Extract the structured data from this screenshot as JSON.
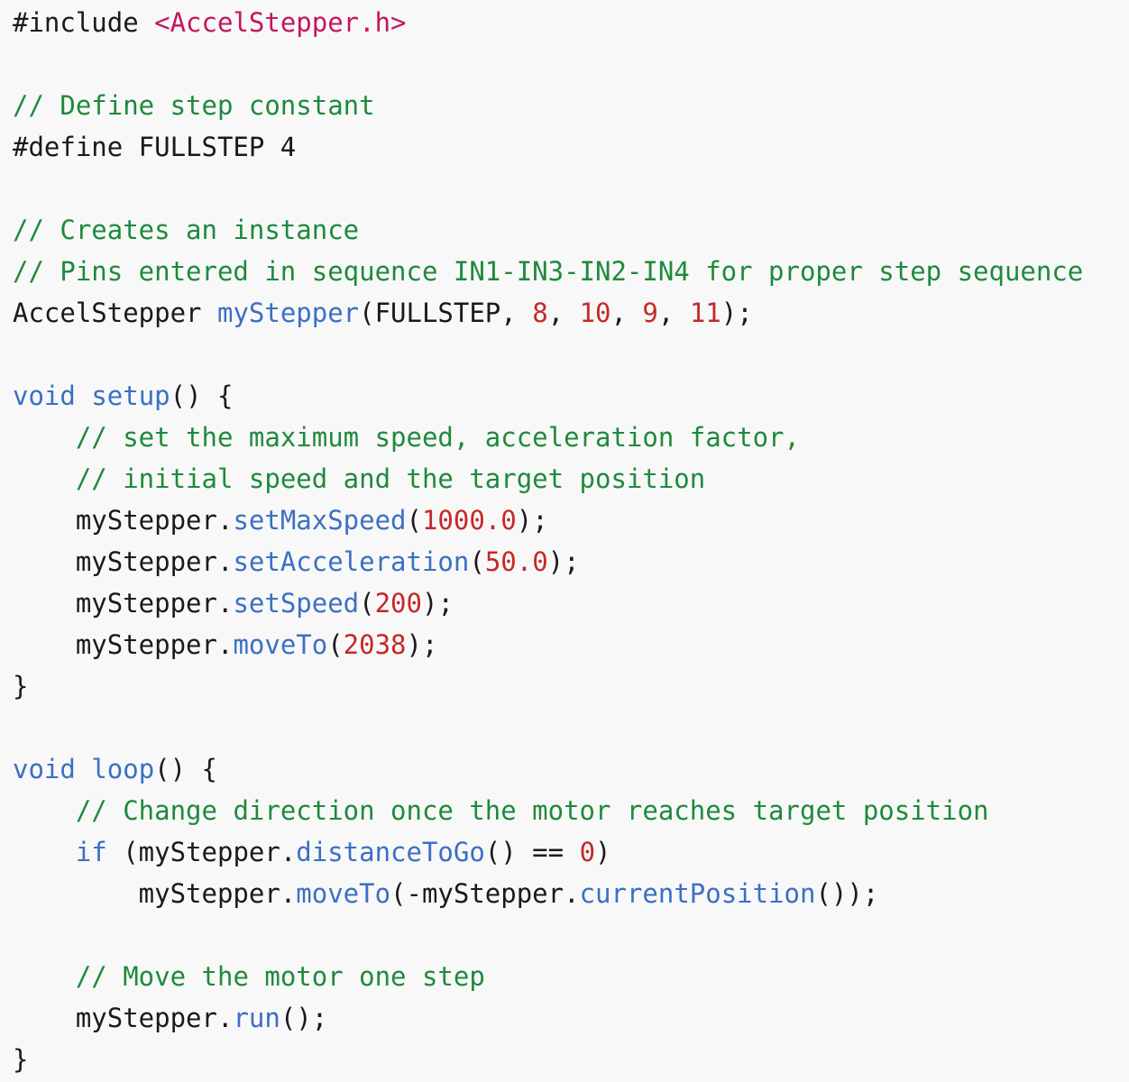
{
  "code": {
    "language": "cpp",
    "colors": {
      "plain": "#1a1a1a",
      "comment": "#1e8a3c",
      "keyword": "#3b6fc4",
      "function": "#3b6fc4",
      "number": "#c62828",
      "string": "#c2185b"
    },
    "lines": [
      [
        {
          "t": "plain",
          "v": "#include "
        },
        {
          "t": "string",
          "v": "<AccelStepper.h>"
        }
      ],
      [],
      [
        {
          "t": "comment",
          "v": "// Define step constant"
        }
      ],
      [
        {
          "t": "plain",
          "v": "#define FULLSTEP 4"
        }
      ],
      [],
      [
        {
          "t": "comment",
          "v": "// Creates an instance"
        }
      ],
      [
        {
          "t": "comment",
          "v": "// Pins entered in sequence IN1-IN3-IN2-IN4 for proper step sequence"
        }
      ],
      [
        {
          "t": "plain",
          "v": "AccelStepper "
        },
        {
          "t": "function",
          "v": "myStepper"
        },
        {
          "t": "plain",
          "v": "(FULLSTEP, "
        },
        {
          "t": "number",
          "v": "8"
        },
        {
          "t": "plain",
          "v": ", "
        },
        {
          "t": "number",
          "v": "10"
        },
        {
          "t": "plain",
          "v": ", "
        },
        {
          "t": "number",
          "v": "9"
        },
        {
          "t": "plain",
          "v": ", "
        },
        {
          "t": "number",
          "v": "11"
        },
        {
          "t": "plain",
          "v": ");"
        }
      ],
      [],
      [
        {
          "t": "keyword",
          "v": "void"
        },
        {
          "t": "plain",
          "v": " "
        },
        {
          "t": "function",
          "v": "setup"
        },
        {
          "t": "plain",
          "v": "() {"
        }
      ],
      [
        {
          "t": "plain",
          "v": "    "
        },
        {
          "t": "comment",
          "v": "// set the maximum speed, acceleration factor,"
        }
      ],
      [
        {
          "t": "plain",
          "v": "    "
        },
        {
          "t": "comment",
          "v": "// initial speed and the target position"
        }
      ],
      [
        {
          "t": "plain",
          "v": "    myStepper."
        },
        {
          "t": "function",
          "v": "setMaxSpeed"
        },
        {
          "t": "plain",
          "v": "("
        },
        {
          "t": "number",
          "v": "1000.0"
        },
        {
          "t": "plain",
          "v": ");"
        }
      ],
      [
        {
          "t": "plain",
          "v": "    myStepper."
        },
        {
          "t": "function",
          "v": "setAcceleration"
        },
        {
          "t": "plain",
          "v": "("
        },
        {
          "t": "number",
          "v": "50.0"
        },
        {
          "t": "plain",
          "v": ");"
        }
      ],
      [
        {
          "t": "plain",
          "v": "    myStepper."
        },
        {
          "t": "function",
          "v": "setSpeed"
        },
        {
          "t": "plain",
          "v": "("
        },
        {
          "t": "number",
          "v": "200"
        },
        {
          "t": "plain",
          "v": ");"
        }
      ],
      [
        {
          "t": "plain",
          "v": "    myStepper."
        },
        {
          "t": "function",
          "v": "moveTo"
        },
        {
          "t": "plain",
          "v": "("
        },
        {
          "t": "number",
          "v": "2038"
        },
        {
          "t": "plain",
          "v": ");"
        }
      ],
      [
        {
          "t": "plain",
          "v": "}"
        }
      ],
      [],
      [
        {
          "t": "keyword",
          "v": "void"
        },
        {
          "t": "plain",
          "v": " "
        },
        {
          "t": "function",
          "v": "loop"
        },
        {
          "t": "plain",
          "v": "() {"
        }
      ],
      [
        {
          "t": "plain",
          "v": "    "
        },
        {
          "t": "comment",
          "v": "// Change direction once the motor reaches target position"
        }
      ],
      [
        {
          "t": "plain",
          "v": "    "
        },
        {
          "t": "keyword",
          "v": "if"
        },
        {
          "t": "plain",
          "v": " (myStepper."
        },
        {
          "t": "function",
          "v": "distanceToGo"
        },
        {
          "t": "plain",
          "v": "() == "
        },
        {
          "t": "number",
          "v": "0"
        },
        {
          "t": "plain",
          "v": ")"
        }
      ],
      [
        {
          "t": "plain",
          "v": "        myStepper."
        },
        {
          "t": "function",
          "v": "moveTo"
        },
        {
          "t": "plain",
          "v": "(-myStepper."
        },
        {
          "t": "function",
          "v": "currentPosition"
        },
        {
          "t": "plain",
          "v": "());"
        }
      ],
      [],
      [
        {
          "t": "plain",
          "v": "    "
        },
        {
          "t": "comment",
          "v": "// Move the motor one step"
        }
      ],
      [
        {
          "t": "plain",
          "v": "    myStepper."
        },
        {
          "t": "function",
          "v": "run"
        },
        {
          "t": "plain",
          "v": "();"
        }
      ],
      [
        {
          "t": "plain",
          "v": "}"
        }
      ]
    ]
  }
}
